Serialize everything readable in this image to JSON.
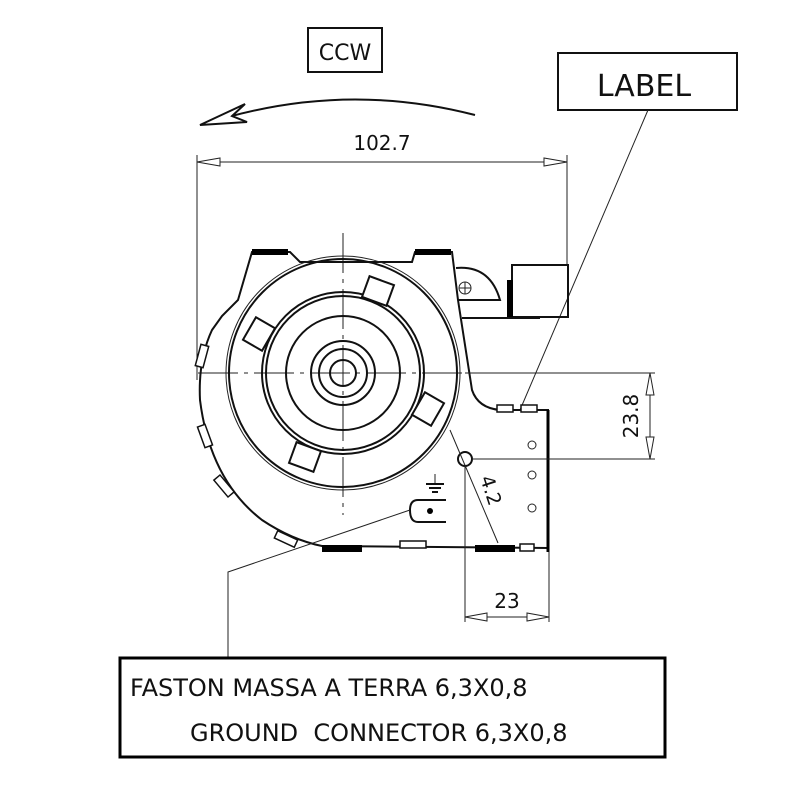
{
  "rotation_label": "CCW",
  "label_box": "LABEL",
  "dimensions": {
    "overall_width": "102.7",
    "vertical_offset": "23.8",
    "hole_diameter": "4.2",
    "horizontal_offset": "23"
  },
  "note": {
    "line1": "FASTON MASSA A TERRA 6,3X0,8",
    "line2": "GROUND  CONNECTOR 6,3X0,8"
  }
}
